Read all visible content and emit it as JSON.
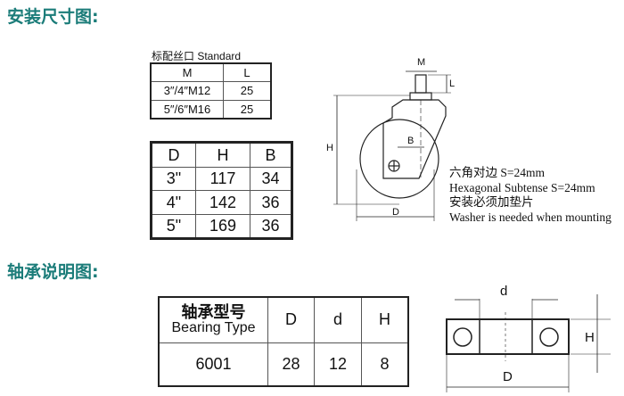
{
  "headings": {
    "install": "安装尺寸图:",
    "bearing": "轴承说明图:"
  },
  "thread_table": {
    "caption": "标配丝口 Standard",
    "headers": [
      "M",
      "L"
    ],
    "rows": [
      [
        "3″/4″M12",
        "25"
      ],
      [
        "5″/6″M16",
        "25"
      ]
    ]
  },
  "size_table": {
    "headers": [
      "D",
      "H",
      "B"
    ],
    "rows": [
      [
        "3\"",
        "117",
        "34"
      ],
      [
        "4\"",
        "142",
        "36"
      ],
      [
        "5\"",
        "169",
        "36"
      ]
    ]
  },
  "caster_labels": {
    "m": "M",
    "l": "L",
    "h": "H",
    "b": "B",
    "d": "D"
  },
  "notes": [
    "六角对边 S=24mm",
    "Hexagonal Subtense S=24mm",
    "安装必须加垫片",
    "Washer is needed when mounting"
  ],
  "bearing_table": {
    "header_cn": "轴承型号",
    "header_en": "Bearing Type",
    "headers": [
      "D",
      "d",
      "H"
    ],
    "row": [
      "6001",
      "28",
      "12",
      "8"
    ]
  },
  "bearing_labels": {
    "d_inner": "d",
    "h": "H",
    "d_outer": "D"
  },
  "colors": {
    "heading": "#1b7c79"
  }
}
